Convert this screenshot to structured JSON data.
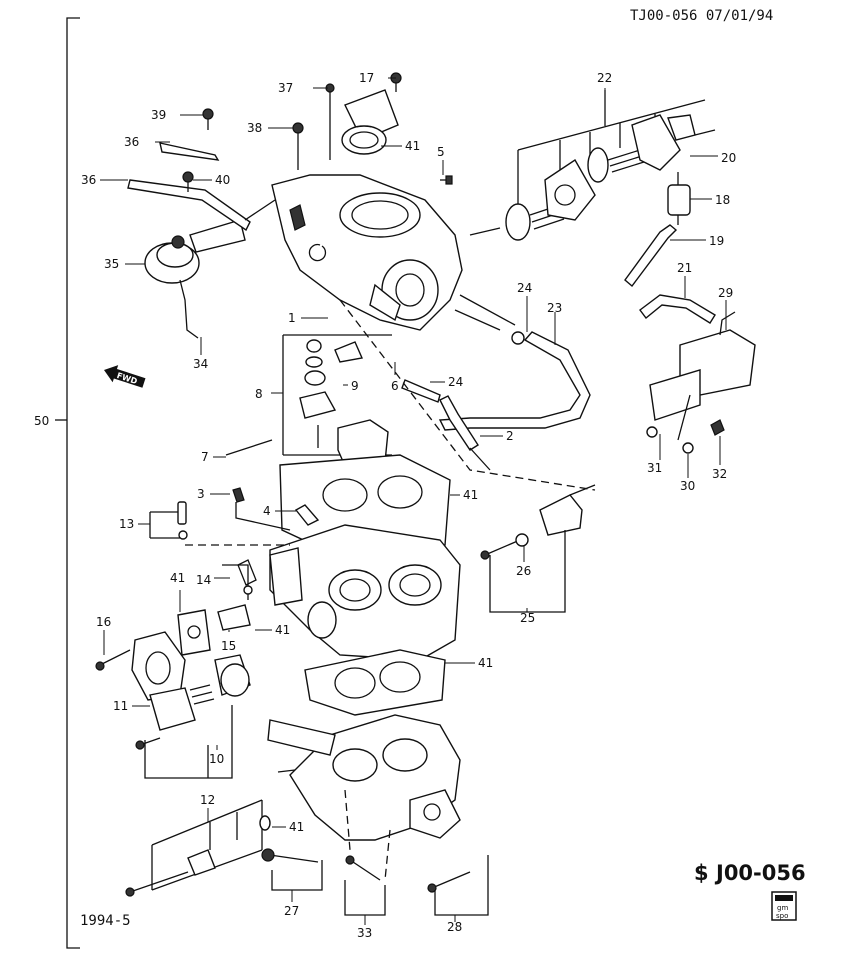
{
  "header": {
    "ref": "TJ00-056 07/01/94"
  },
  "footer": {
    "date": "1994-5",
    "code": "J00-056",
    "logo_text_1": "gm",
    "logo_text_2": "spo"
  },
  "direction_tag": "FWD",
  "group_number": "50",
  "callouts": {
    "c1": "1",
    "c2": "2",
    "c3": "3",
    "c4": "4",
    "c5": "5",
    "c6": "6",
    "c7": "7",
    "c8": "8",
    "c9": "9",
    "c10": "10",
    "c11": "11",
    "c12": "12",
    "c13": "13",
    "c14": "14",
    "c15": "15",
    "c16": "16",
    "c17": "17",
    "c18": "18",
    "c19": "19",
    "c20": "20",
    "c21": "21",
    "c22": "22",
    "c23": "23",
    "c24a": "24",
    "c24b": "24",
    "c25": "25",
    "c26": "26",
    "c27": "27",
    "c28": "28",
    "c29": "29",
    "c30": "30",
    "c31": "31",
    "c32": "32",
    "c33": "33",
    "c34": "34",
    "c35": "35",
    "c36a": "36",
    "c36b": "36",
    "c37": "37",
    "c38": "38",
    "c39": "39",
    "c40": "40",
    "c41a": "41",
    "c41b": "41",
    "c41c": "41",
    "c41d": "41",
    "c41e": "41",
    "c41f": "41"
  }
}
